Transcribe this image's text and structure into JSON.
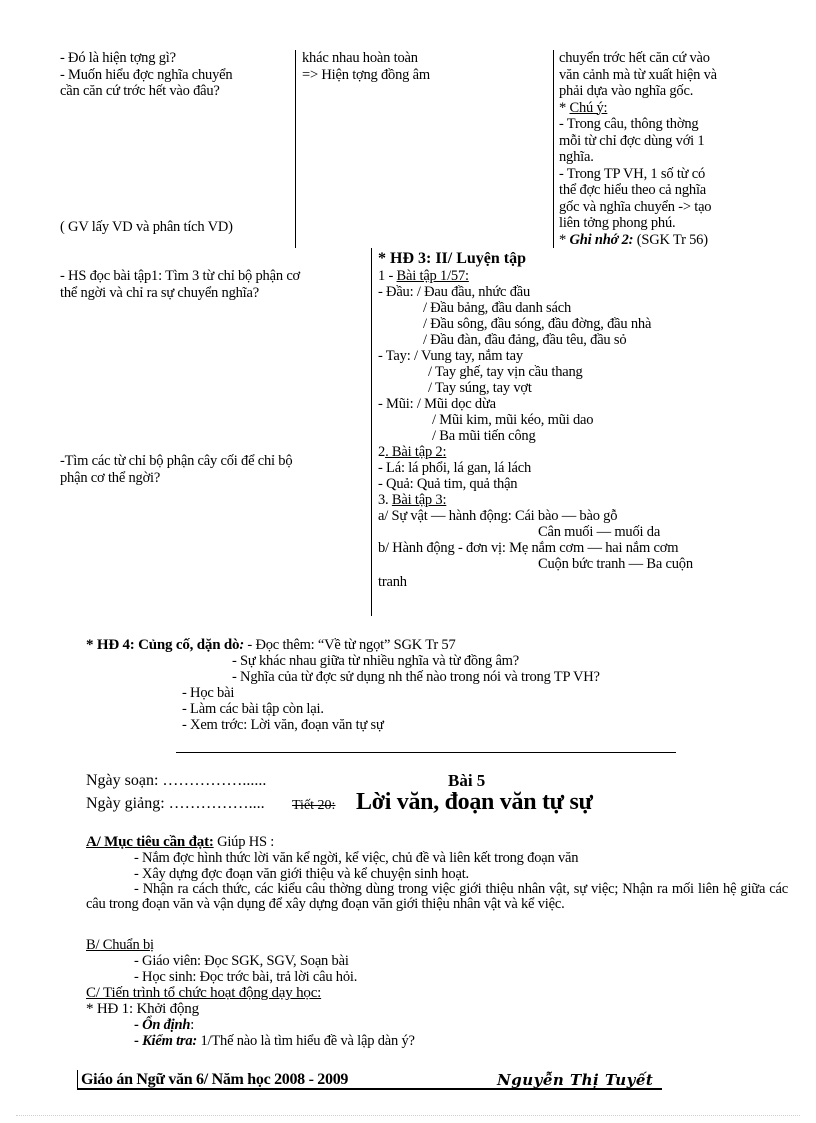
{
  "section1": {
    "col1": {
      "lines": [
        "- Đó là hiện tợng    gì?",
        "- Muốn hiểu đợc    nghĩa chuyển",
        "cần căn cứ trớc    hết vào đâu?"
      ],
      "note": "( GV lấy VD và phân tích VD)"
    },
    "col2": {
      "lines": [
        "khác nhau hoàn toàn",
        "=> Hiện tợng    đồng âm"
      ]
    },
    "col3": {
      "para1": [
        "chuyển trớc   hết căn cứ vào",
        "văn cảnh mà từ xuất hiện và",
        "phải dựa vào nghĩa gốc."
      ],
      "chu_y_prefix": "* ",
      "chu_y_label": "Chú ý:",
      "note1": [
        "- Trong câu, thông thờng",
        "mỗi từ chỉ đợc   dùng với 1",
        "nghĩa."
      ],
      "note2": [
        "- Trong TP VH, 1 số từ có",
        "thể đợc   hiểu theo cả nghĩa",
        "gốc và nghĩa chuyển -> tạo",
        "liên tởng   phong phú."
      ],
      "ghi_nho_prefix": "* ",
      "ghi_nho_label": "Ghi nhớ 2:",
      "ghi_nho_ref": " (SGK Tr 56)"
    }
  },
  "section2": {
    "left": {
      "q1": [
        "- HS đọc bài tập1: Tìm 3 từ chỉ bộ phận cơ",
        "thể ngời    và chỉ ra sự chuyển nghĩa?"
      ],
      "q2": [
        "-Tìm các từ chỉ bộ phận cây cối để chỉ bộ",
        "phận cơ thể ngời?"
      ]
    },
    "right": {
      "heading": "* HĐ 3: II/ Luyện tập",
      "ex1_prefix": "1 - ",
      "ex1_label": "Bài tập 1/57:",
      "dau_label": "- Đầu: ",
      "dau_items": [
        "/ Đau đầu, nhức đầu",
        "/ Đầu bảng, đầu danh sách",
        "/ Đầu sông, đầu sóng, đầu đờng,    đầu nhà",
        "/ Đầu đàn, đầu đảng, đầu têu, đầu sỏ"
      ],
      "tay_label": "- Tay:  ",
      "tay_items": [
        "/ Vung tay, nắm tay",
        "/ Tay ghế, tay vịn cầu thang",
        "/ Tay súng, tay vợt"
      ],
      "mui_label": "- Mũi:  ",
      "mui_items": [
        "/ Mũi dọc dừa",
        "/ Mũi kim, mũi kéo, mũi dao",
        "/ Ba mũi tiến công"
      ],
      "ex2_prefix": "2",
      "ex2_label": ". Bài tập 2:",
      "ex2_items": [
        "- Lá: lá phổi, lá gan, lá lách",
        "- Quả: Quả tim, quả thận"
      ],
      "ex3_prefix": "3. ",
      "ex3_label": "Bài tập 3:",
      "ex3_a": "a/ Sự vật — hành động: Cái bào — bào gỗ",
      "ex3_a2": "Cân muối — muối da",
      "ex3_b": "b/ Hành động - đơn vị: Mẹ nắm cơm — hai nắm cơm",
      "ex3_b2": "Cuộn bức tranh — Ba cuộn",
      "ex3_b3": "tranh"
    }
  },
  "hd4": {
    "label": "* HĐ 4: Củng cố, dặn dò",
    "colon": ":",
    "first": "  - Đọc thêm: “Về từ ngọt” SGK Tr 57",
    "items_indent": [
      "- Sự khác nhau giữa từ nhiều nghĩa và từ đồng âm?",
      "- Nghĩa của từ đợc    sử dụng nh    thế nào trong nói và trong TP VH?"
    ],
    "items": [
      "- Học bài",
      "- Làm các bài tập còn lại.",
      " - Xem trớc:   Lời văn, đoạn văn tự sự"
    ]
  },
  "lesson": {
    "ngay_soan": "Ngày soạn: ……………......",
    "ngay_giang": "Ngày giảng: ……………....",
    "bai": "Bài 5",
    "tiet": "Tiết 20:",
    "title": "Lời văn, đoạn văn tự sự"
  },
  "partA": {
    "label": "A/ Mục tiêu cần đạt:",
    "intro": " Giúp HS :",
    "items": [
      "- Nắm đợc   hình thức lời văn kể ngời,   kể việc, chủ đề và liên kết trong đoạn văn",
      "- Xây dựng đợc   đoạn văn giới thiệu và kể chuyện sinh hoạt."
    ],
    "item3": "- Nhận ra cách thức, các kiểu câu thờng   dùng trong việc giới thiệu nhân vật, sự việc; Nhận ra mối liên hệ giữa các câu trong đoạn văn và vận dụng để xây dựng đoạn văn giới thiệu nhân vật và kể việc."
  },
  "partB": {
    "label": "B/ Chuẩn bị",
    "items": [
      "- Giáo viên: Đọc SGK, SGV, Soạn bài",
      "- Học sinh: Đọc trớc   bài, trả lời câu hỏi."
    ]
  },
  "partC": {
    "label": "C/ Tiến trình tổ chức hoạt động dạy học:",
    "hd1": "* HĐ 1: Khởi động",
    "on_dinh_dash": "- ",
    "on_dinh": "Ổn định",
    "on_dinh_colon": ":",
    "kiem_tra_dash": "- ",
    "kiem_tra": "Kiểm tra:",
    "kiem_tra_q": "   1/Thế nào là tìm hiểu đề và lập dàn ý?"
  },
  "footer": {
    "left": "Giáo án Ngữ văn 6/ Năm học 2008 - 2009",
    "right": "Nguyễn Thị Tuyết"
  }
}
